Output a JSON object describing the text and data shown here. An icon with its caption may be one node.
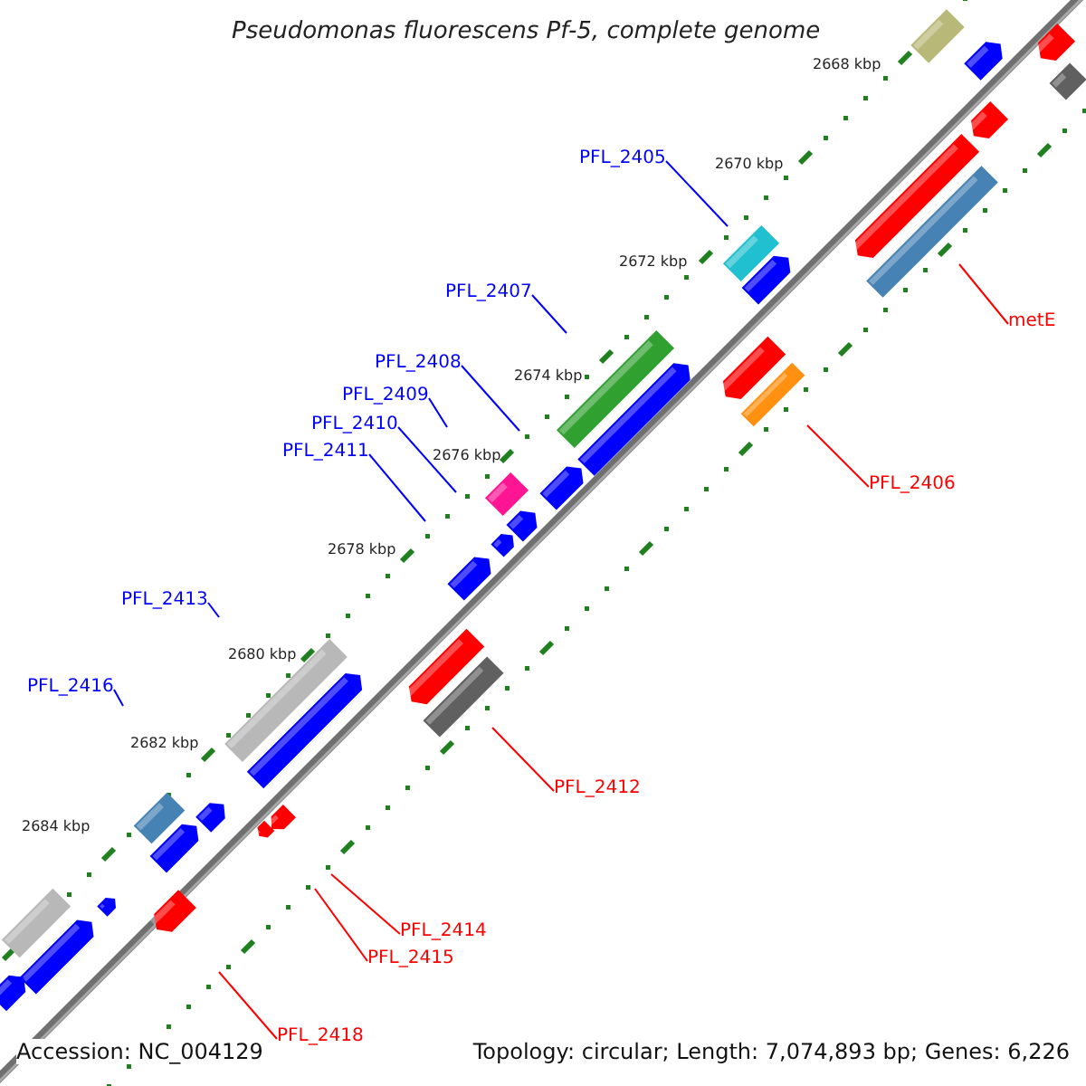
{
  "diagram": {
    "title": "Pseudomonas fluorescens Pf-5, complete genome",
    "nodes": [
      {
        "text": [
          "PFL_2405"
        ]
      },
      {
        "text": [
          "metE"
        ]
      },
      {
        "text": [
          "PFL_2407"
        ]
      },
      {
        "text": [
          "PFL_2408"
        ]
      },
      {
        "text": [
          "PFL_2409"
        ]
      },
      {
        "text": [
          "PFL_2410"
        ]
      },
      {
        "text": [
          "PFL_2406"
        ]
      },
      {
        "text": [
          "PFL_2411"
        ]
      },
      {
        "text": [
          "PFL_2413"
        ]
      },
      {
        "text": [
          "PFL_2416"
        ]
      },
      {
        "text": [
          "PFL_2412"
        ]
      },
      {
        "text": [
          "PFL_2414"
        ]
      },
      {
        "text": [
          "PFL_2415"
        ]
      },
      {
        "text": [
          "PFL_2418"
        ]
      }
    ],
    "edges": [
      {
        "from": 0,
        "to": null,
        "arrow": "none"
      },
      {
        "from": 1,
        "to": null,
        "arrow": "none",
        "color": "#ff0000"
      },
      {
        "from": 2,
        "to": null,
        "arrow": "none"
      },
      {
        "from": 3,
        "to": null,
        "arrow": "none"
      },
      {
        "from": 4,
        "to": null,
        "arrow": "none"
      },
      {
        "from": 5,
        "to": null,
        "arrow": "none"
      },
      {
        "from": 6,
        "to": null,
        "arrow": "none",
        "color": "#ff0000"
      },
      {
        "from": 7,
        "to": null,
        "arrow": "none"
      },
      {
        "from": 8,
        "to": null,
        "arrow": "none"
      },
      {
        "from": 9,
        "to": null,
        "arrow": "none"
      },
      {
        "from": 10,
        "to": null,
        "arrow": "none",
        "color": "#ff0000"
      },
      {
        "from": 11,
        "to": null,
        "arrow": "none",
        "color": "#ff0000"
      },
      {
        "from": 12,
        "to": null,
        "arrow": "none",
        "color": "#ff0000"
      },
      {
        "from": 13,
        "to": null,
        "arrow": "none",
        "color": "#ff0000"
      }
    ],
    "labels": [
      "2668 kbp",
      "2670 kbp",
      "2672 kbp",
      "2674 kbp",
      "2676 kbp",
      "2678 kbp",
      "2680 kbp",
      "2682 kbp",
      "2684 kbp",
      "Accession: NC_004129",
      "Topology: circular; Length: 7,074,893 bp; Genes: 6,226"
    ]
  }
}
